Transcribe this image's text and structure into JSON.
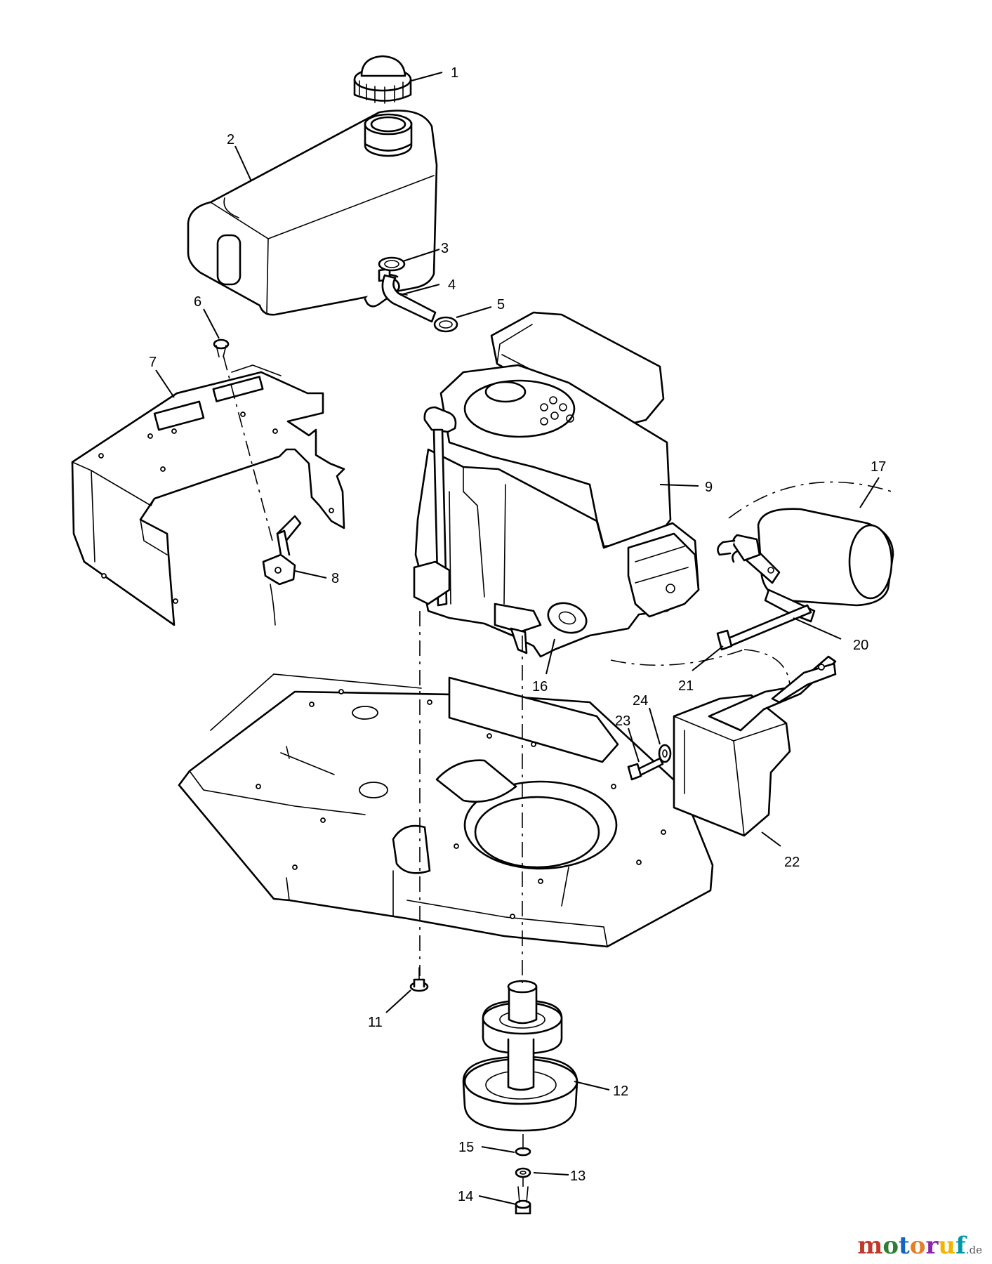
{
  "callouts": [
    {
      "id": "callout-1",
      "label": "1"
    },
    {
      "id": "callout-2",
      "label": "2"
    },
    {
      "id": "callout-3",
      "label": "3"
    },
    {
      "id": "callout-4",
      "label": "4"
    },
    {
      "id": "callout-5",
      "label": "5"
    },
    {
      "id": "callout-6",
      "label": "6"
    },
    {
      "id": "callout-7",
      "label": "7"
    },
    {
      "id": "callout-8",
      "label": "8"
    },
    {
      "id": "callout-9",
      "label": "9"
    },
    {
      "id": "callout-11",
      "label": "11"
    },
    {
      "id": "callout-12",
      "label": "12"
    },
    {
      "id": "callout-13",
      "label": "13"
    },
    {
      "id": "callout-14",
      "label": "14"
    },
    {
      "id": "callout-15",
      "label": "15"
    },
    {
      "id": "callout-16",
      "label": "16"
    },
    {
      "id": "callout-17",
      "label": "17"
    },
    {
      "id": "callout-20",
      "label": "20"
    },
    {
      "id": "callout-21",
      "label": "21"
    },
    {
      "id": "callout-22",
      "label": "22"
    },
    {
      "id": "callout-23",
      "label": "23"
    },
    {
      "id": "callout-24",
      "label": "24"
    }
  ],
  "watermark": {
    "brand": "motoruf",
    "suffix": ".de",
    "colors": [
      "#c0392b",
      "#2e7d32",
      "#1565c0",
      "#e67e22",
      "#8e24aa",
      "#f4b400",
      "#0097a7"
    ]
  }
}
